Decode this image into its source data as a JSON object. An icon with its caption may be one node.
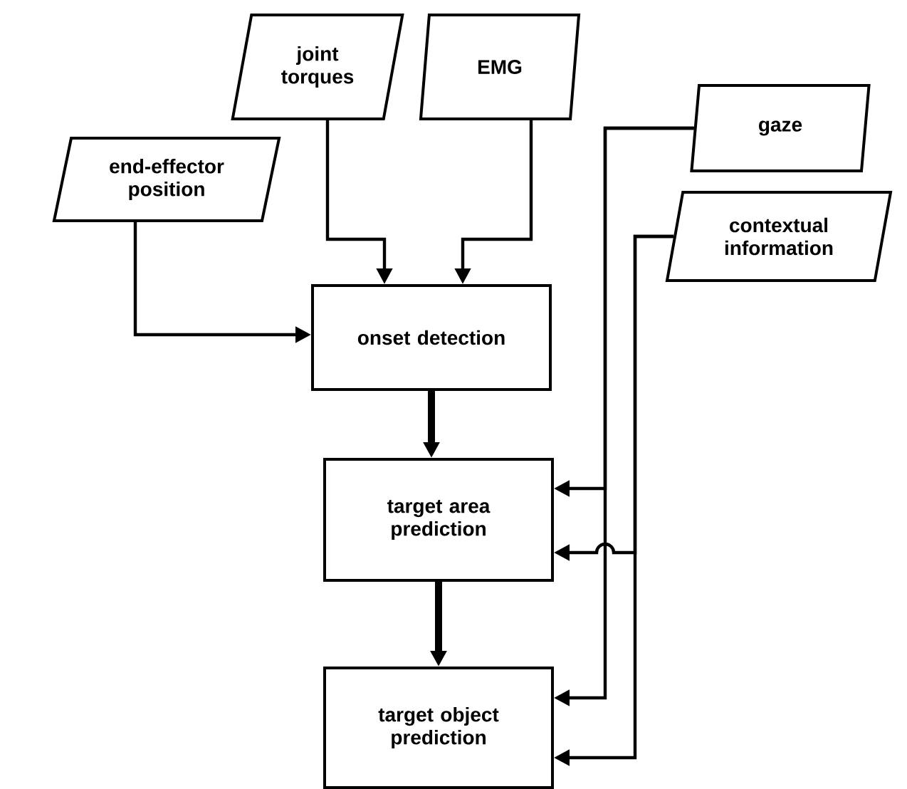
{
  "diagram": {
    "nodes": [
      {
        "text": [
          "joint torques"
        ]
      },
      {
        "text": [
          "EMG"
        ]
      },
      {
        "text": [
          "end-effector position"
        ]
      },
      {
        "text": [
          "gaze"
        ]
      },
      {
        "text": [
          "contextual information"
        ]
      },
      {
        "text": [
          "onset detection"
        ]
      },
      {
        "text": [
          "target area prediction"
        ]
      },
      {
        "text": [
          "target object prediction"
        ]
      }
    ],
    "edges": [
      {
        "from": 0,
        "to": 5,
        "arrow": "to"
      },
      {
        "from": 1,
        "to": 5,
        "arrow": "to"
      },
      {
        "from": 2,
        "to": 5,
        "arrow": "to"
      },
      {
        "from": 5,
        "to": 6,
        "arrow": "to",
        "style": "thick"
      },
      {
        "from": 6,
        "to": 7,
        "arrow": "to",
        "style": "thick"
      },
      {
        "from": 3,
        "to": 6,
        "arrow": "to"
      },
      {
        "from": 3,
        "to": 7,
        "arrow": "to"
      },
      {
        "from": 4,
        "to": 6,
        "arrow": "to"
      },
      {
        "from": 4,
        "to": 7,
        "arrow": "to"
      }
    ]
  }
}
